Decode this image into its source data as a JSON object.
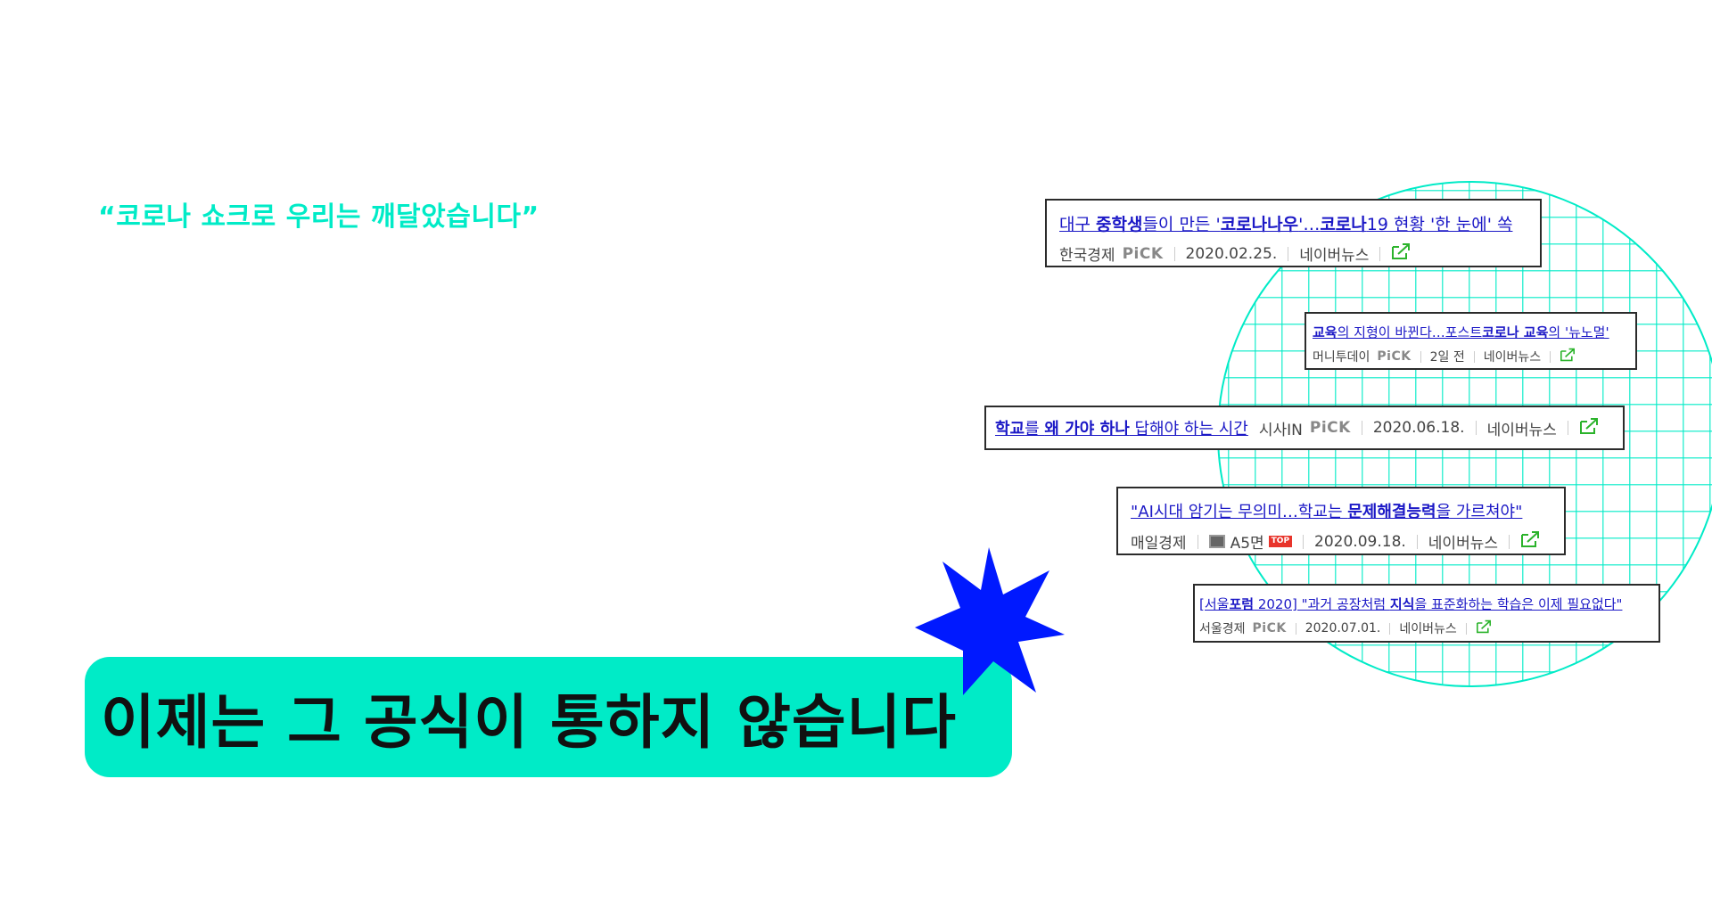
{
  "quote": "“코로나 쇼크로 우리는 깨달았습니다”",
  "banner": "이제는 그 공식이 통하지 않습니다",
  "colors": {
    "accent": "#00ebc7",
    "star": "#0019ff",
    "link": "#1b18c6"
  },
  "cards": [
    {
      "title_parts": [
        {
          "t": "대구 ",
          "b": false
        },
        {
          "t": "중학생",
          "b": true
        },
        {
          "t": "들이 만든 '",
          "b": false
        },
        {
          "t": "코로나나우",
          "b": true
        },
        {
          "t": "'…",
          "b": false
        },
        {
          "t": "코로나",
          "b": true
        },
        {
          "t": "19 현황 '한 눈에' 쏙",
          "b": false
        }
      ],
      "press": "한국경제",
      "pick": "PiCK",
      "date": "2020.02.25.",
      "source": "네이버뉴스"
    },
    {
      "title_parts": [
        {
          "t": "교육",
          "b": true
        },
        {
          "t": "의 지형이 바뀐다…포스트",
          "b": false
        },
        {
          "t": "코로나 교육",
          "b": true
        },
        {
          "t": "의 '뉴노멀'",
          "b": false
        }
      ],
      "press": "머니투데이",
      "pick": "PiCK",
      "date": "2일 전",
      "source": "네이버뉴스"
    },
    {
      "title_parts": [
        {
          "t": "학교",
          "b": true
        },
        {
          "t": "를 ",
          "b": false
        },
        {
          "t": "왜 가야 하나",
          "b": true
        },
        {
          "t": " 답해야 하는 시간",
          "b": false
        }
      ],
      "press": "시사IN",
      "pick": "PiCK",
      "date": "2020.06.18.",
      "source": "네이버뉴스"
    },
    {
      "title_parts": [
        {
          "t": "\"AI시대 암기는 무의미…학교는 ",
          "b": false
        },
        {
          "t": "문제해결능력",
          "b": true
        },
        {
          "t": "을 가르쳐야\"",
          "b": false
        }
      ],
      "press": "매일경제",
      "page": "A5면",
      "top": "TOP",
      "date": "2020.09.18.",
      "source": "네이버뉴스"
    },
    {
      "title_parts": [
        {
          "t": "[서울",
          "b": false
        },
        {
          "t": "포럼",
          "b": true
        },
        {
          "t": " 2020] \"과거 공장처럼 ",
          "b": false
        },
        {
          "t": "지식",
          "b": true
        },
        {
          "t": "을 표준화하는 학습은 이제 필요없다\"",
          "b": false
        }
      ],
      "press": "서울경제",
      "pick": "PiCK",
      "date": "2020.07.01.",
      "source": "네이버뉴스"
    }
  ]
}
